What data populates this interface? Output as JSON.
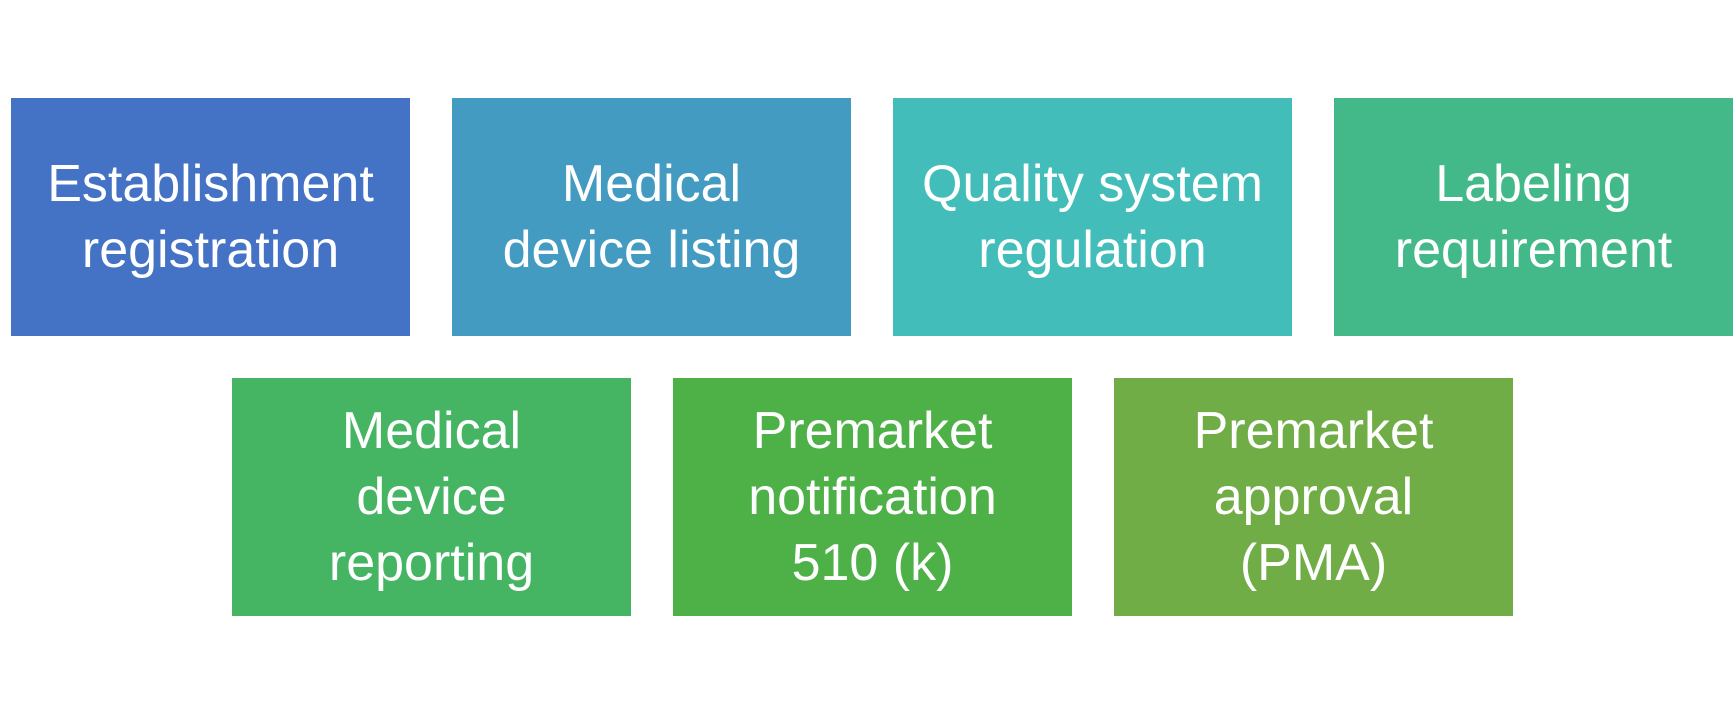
{
  "boxes": [
    {
      "label": "Establishment\nregistration",
      "color": "#4472C4"
    },
    {
      "label": "Medical\ndevice listing",
      "color": "#439BC2"
    },
    {
      "label": "Quality system\nregulation",
      "color": "#43BDBA"
    },
    {
      "label": "Labeling\nrequirement",
      "color": "#43B98A"
    },
    {
      "label": "Medical\ndevice\nreporting",
      "color": "#46B563"
    },
    {
      "label": "Premarket\nnotification\n510 (k)",
      "color": "#4EB147"
    },
    {
      "label": "Premarket\napproval\n(PMA)",
      "color": "#70AD47"
    }
  ]
}
